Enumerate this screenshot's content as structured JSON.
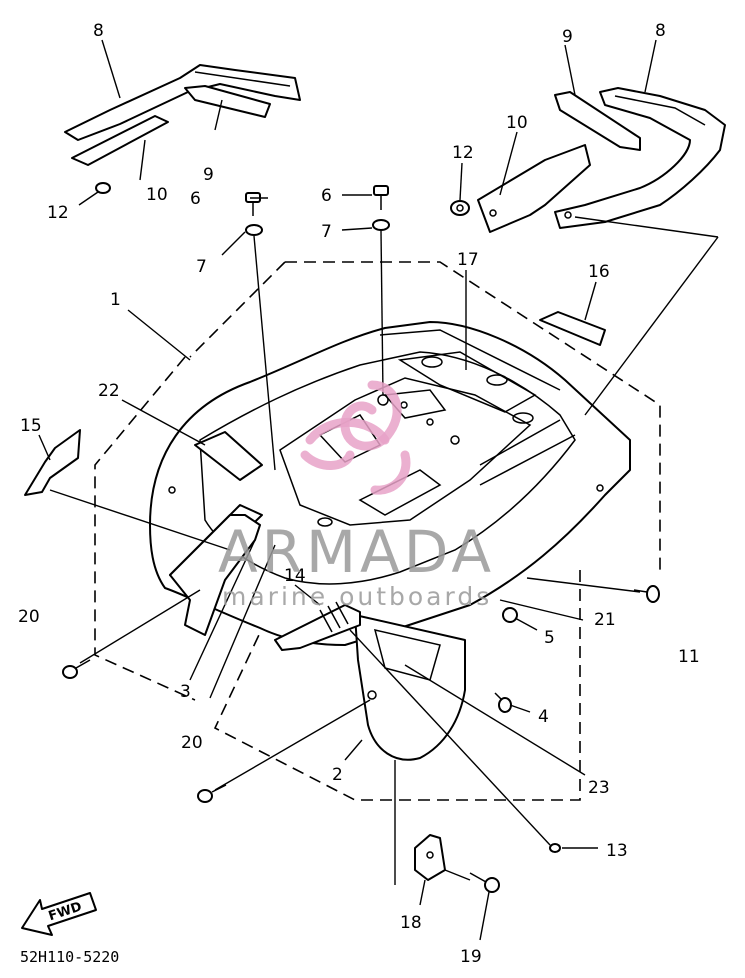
{
  "diagram": {
    "diagram_code": "52H110-5220",
    "fwd_label": "FWD",
    "callouts": [
      {
        "id": "8",
        "label": "8"
      },
      {
        "id": "9",
        "label": "9"
      },
      {
        "id": "10",
        "label": "10"
      },
      {
        "id": "12",
        "label": "12"
      },
      {
        "id": "6",
        "label": "6"
      },
      {
        "id": "7",
        "label": "7"
      },
      {
        "id": "1",
        "label": "1"
      },
      {
        "id": "17",
        "label": "17"
      },
      {
        "id": "16",
        "label": "16"
      },
      {
        "id": "22",
        "label": "22"
      },
      {
        "id": "15",
        "label": "15"
      },
      {
        "id": "14",
        "label": "14"
      },
      {
        "id": "20",
        "label": "20"
      },
      {
        "id": "3",
        "label": "3"
      },
      {
        "id": "2",
        "label": "2"
      },
      {
        "id": "21",
        "label": "21"
      },
      {
        "id": "11",
        "label": "11"
      },
      {
        "id": "5",
        "label": "5"
      },
      {
        "id": "4",
        "label": "4"
      },
      {
        "id": "23",
        "label": "23"
      },
      {
        "id": "13",
        "label": "13"
      },
      {
        "id": "18",
        "label": "18"
      },
      {
        "id": "19",
        "label": "19"
      }
    ]
  },
  "watermark": {
    "brand": "ARMADA",
    "tagline": "marine outboards",
    "logo_color": "#e8a2c8",
    "text_color": "#9a9a9a"
  }
}
